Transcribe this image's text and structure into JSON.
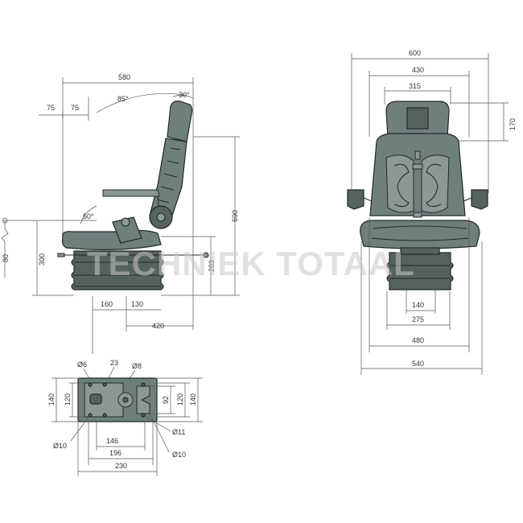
{
  "watermark": "TECHNIEK TOTAAL",
  "colors": {
    "seat": "#6f7f7c",
    "outline": "#1f2a28",
    "dimension": "#555555",
    "accent_red": "#c0392b"
  },
  "side_view": {
    "width_total": "580",
    "left_75a": "75",
    "left_75b": "75",
    "angle_85": "85°",
    "angle_30": "30°",
    "angle_50": "50°",
    "height_690": "690",
    "height_300": "300",
    "height_80": "80",
    "height_203": "203",
    "depth_160": "160",
    "depth_130": "130",
    "depth_420": "420"
  },
  "front_view": {
    "width_600": "600",
    "width_430": "430",
    "width_315": "315",
    "height_170": "170",
    "base_140": "140",
    "base_275": "275",
    "width_480": "480",
    "width_540": "540"
  },
  "base_plate": {
    "hole_6": "Ø6",
    "dim_23": "23",
    "hole_8": "Ø8",
    "left_140": "140",
    "left_120": "120",
    "right_92": "92",
    "right_120": "120",
    "right_140": "140",
    "hole_10a": "Ø10",
    "hole_11": "Ø11",
    "hole_10b": "Ø10",
    "width_146": "146",
    "width_196": "196",
    "width_230": "230"
  }
}
